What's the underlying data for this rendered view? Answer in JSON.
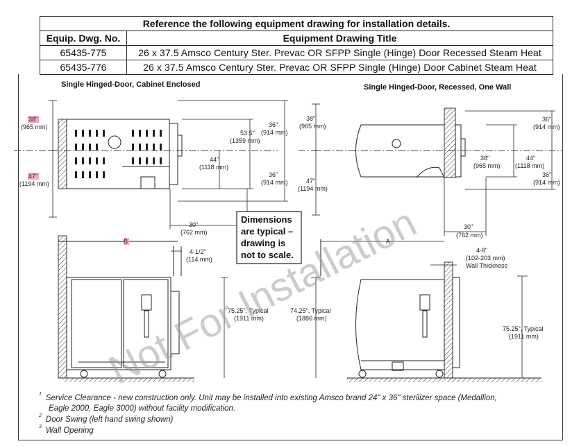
{
  "table": {
    "caption": "Reference the following equipment drawing for installation details.",
    "col_number": "Equip. Dwg. No.",
    "col_title": "Equipment Drawing Title",
    "rows": [
      {
        "number": "65435-775",
        "title": "26 x 37.5 Amsco Century Ster. Prevac OR SFPP Single (Hinge) Door Recessed Steam Heat"
      },
      {
        "number": "65435-776",
        "title": "26 x 37.5 Amsco Century Ster. Prevac OR SFPP Single (Hinge) Door Cabinet Steam Heat"
      }
    ]
  },
  "sections": {
    "left_title": "Single Hinged-Door, Cabinet Enclosed",
    "right_title": "Single Hinged-Door, Recessed, One Wall"
  },
  "dims_left": {
    "d38_a": "38\"",
    "d38_b": "(965 mm)",
    "d47_a": "47\"",
    "d47_b": "(1194 mm)",
    "d53_a": "53.5\"",
    "d53_b": "(1359 mm)",
    "d36t_a": "36\"",
    "d36t_b": "(914 mm)",
    "d44_a": "44\"",
    "d44_b": "(1118 mm)",
    "d36b_a": "36\"",
    "d36b_b": "(914 mm)",
    "d30_a": "30\"",
    "d30_b": "(762 mm)",
    "dB": "B",
    "d412_a": "4-1/2\"",
    "d412_b": "(114 mm)",
    "d7525_a": "75.25\", Typical",
    "d7525_b": "(1911 mm)"
  },
  "dims_right": {
    "d38_a": "38\"",
    "d38_b": "(965 mm)",
    "d47_a": "47\"",
    "d47_b": "(1194 mm)",
    "d38w_a": "38\"",
    "d38w_b": "(965 mm)",
    "d36t_a": "36\"",
    "d36t_b": "(914 mm)",
    "d44_a": "44\"",
    "d44_b": "(1118 mm)",
    "d36b_a": "36\"",
    "d36b_b": "(914 mm)",
    "d30_a": "30\"",
    "d30_b": "(762 mm)",
    "dA": "A",
    "d48_a": "4-8\"",
    "d48_b": "(102-203 mm)",
    "d48_c": "Wall Thickness",
    "d7425_a": "74.25\", Typical",
    "d7425_b": "(1886 mm)",
    "d7525_a": "75.25\", Typical",
    "d7525_b": "(1911 mm)"
  },
  "callout": {
    "line1": "Dimensions",
    "line2": "are typical –",
    "line3": "drawing is",
    "line4": "not to scale."
  },
  "watermark": "Not For Installation",
  "notes": [
    {
      "mark": "1",
      "text": "Service Clearance - new construction only. Unit may be installed into existing Amsco brand 24\" x 36\" sterilizer space (Medallion,"
    },
    {
      "mark": "",
      "text": "Eagle 2000, Eagle 3000) without facility modification."
    },
    {
      "mark": "2",
      "text": "Door Swing (left hand swing shown)"
    },
    {
      "mark": "3",
      "text": "Wall Opening"
    }
  ],
  "colors": {
    "highlight": "#f7a6c7",
    "line": "#222222",
    "watermark": "#9a9a9a"
  }
}
